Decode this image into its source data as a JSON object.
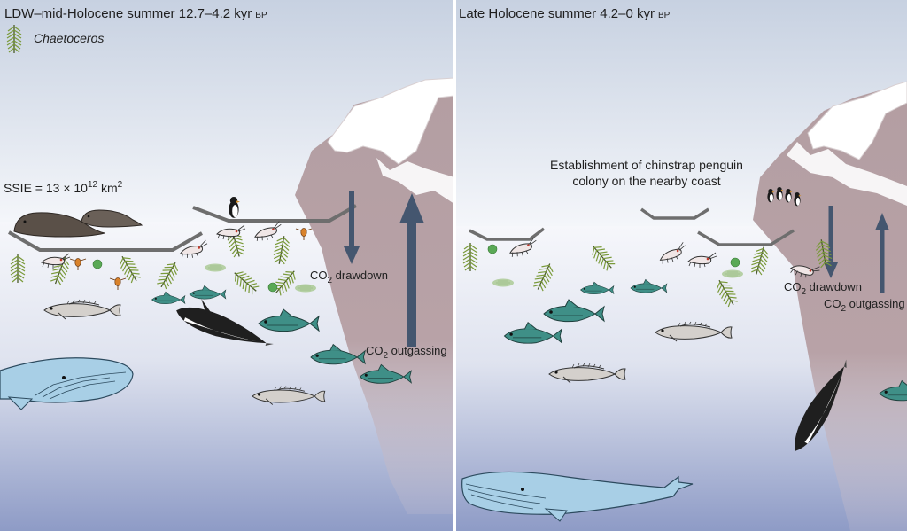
{
  "left_panel": {
    "title": "LDW–mid-Holocene summer 12.7–4.2 kyr",
    "title_suffix": "BP",
    "legend_taxon": "Chaetoceros",
    "ssie_prefix": "SSIE = 13 × 10",
    "ssie_exp": "12",
    "ssie_unit": " km",
    "ssie_unit_exp": "2",
    "co2_drawdown_a": "CO",
    "co2_drawdown_sub": "2",
    "co2_drawdown_b": " drawdown",
    "co2_outgassing_a": "CO",
    "co2_outgassing_sub": "2",
    "co2_outgassing_b": " outgassing"
  },
  "right_panel": {
    "title": "Late Holocene summer 4.2–0 kyr",
    "title_suffix": "BP",
    "annotation_line1": "Establishment of chinstrap penguin",
    "annotation_line2": "colony on the nearby coast",
    "co2_drawdown_a": "CO",
    "co2_drawdown_sub": "2",
    "co2_drawdown_b": " drawdown",
    "co2_outgassing_a": "CO",
    "co2_outgassing_sub": "2",
    "co2_outgassing_b": " outgassing"
  },
  "colors": {
    "sky_top": "#c9d3e2",
    "water_bottom": "#8f9dc8",
    "rock": "#a88f93",
    "arrow": "#44566f",
    "sea_ice": "#6f6f6f",
    "whale": "#a9cfe6",
    "fish_teal": "#3e8e86",
    "fish_grey": "#c9c4c0",
    "diatom": "#6f8f2f"
  }
}
